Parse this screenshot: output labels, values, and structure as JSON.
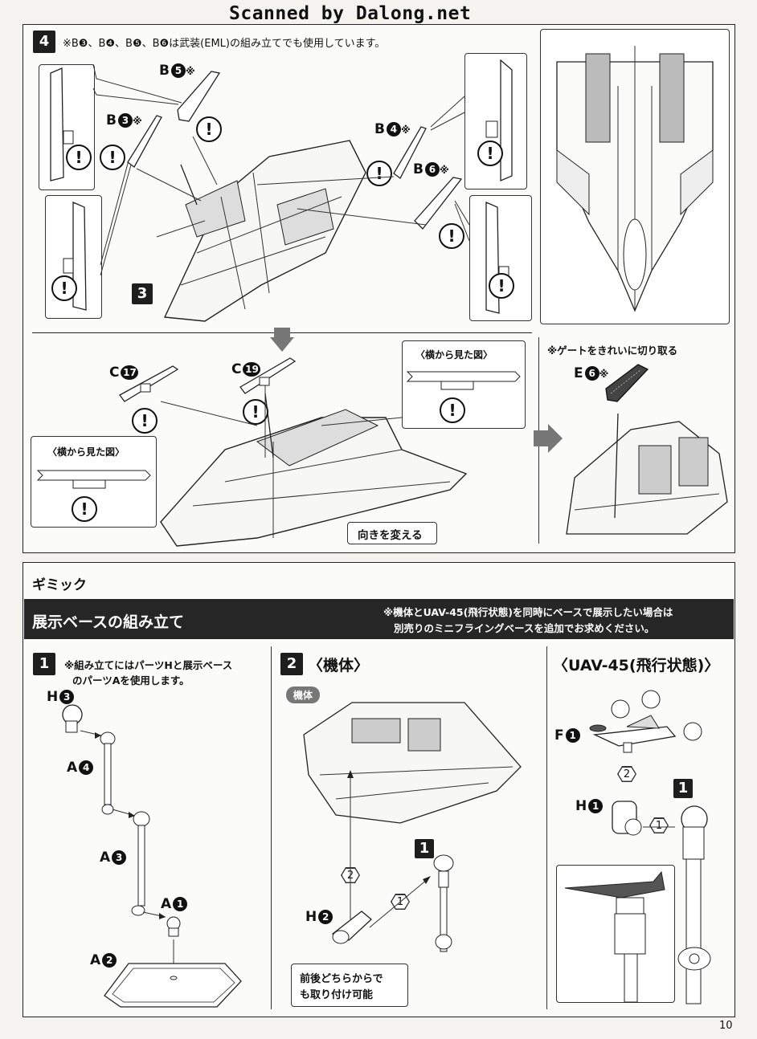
{
  "watermark": "Scanned by Dalong.net",
  "step4": {
    "number": "4",
    "note": "※B❸、B❹、B❺、B❻は武装(EML)の組み立てでも使用しています。",
    "parts": [
      {
        "letter": "B",
        "num": "5",
        "mark": "※"
      },
      {
        "letter": "B",
        "num": "3",
        "mark": "※"
      },
      {
        "letter": "B",
        "num": "4",
        "mark": "※"
      },
      {
        "letter": "B",
        "num": "6",
        "mark": "※"
      }
    ],
    "ref_step": "3",
    "lower_parts": [
      {
        "letter": "C",
        "num": "17"
      },
      {
        "letter": "C",
        "num": "19"
      }
    ],
    "side_view_label": "〈横から見た図〉",
    "side_view_label_2": "〈横から見た図〉",
    "turn_label": "向きを変える",
    "gate_note": "※ゲートをきれいに切り取る",
    "gate_part": {
      "letter": "E",
      "num": "6",
      "mark": "※"
    },
    "warn_symbol": "!"
  },
  "gimmick": {
    "title": "ギミック",
    "section_title": "展示ベースの組み立て",
    "section_note_1": "※機体とUAV-45(飛行状態)を同時にベースで展示したい場合は",
    "section_note_2": "別売りのミニフライングベースを追加でお求めください。"
  },
  "sub1": {
    "number": "1",
    "note_1": "※組み立てにはパーツHと展示ベース",
    "note_2": "のパーツAを使用します。",
    "parts": [
      {
        "letter": "H",
        "num": "3"
      },
      {
        "letter": "A",
        "num": "4"
      },
      {
        "letter": "A",
        "num": "3"
      },
      {
        "letter": "A",
        "num": "1"
      },
      {
        "letter": "A",
        "num": "2"
      }
    ]
  },
  "sub2": {
    "number": "2",
    "title": "〈機体〉",
    "badge": "機体",
    "ref": "1",
    "part": {
      "letter": "H",
      "num": "2"
    },
    "seq": [
      "1",
      "2"
    ],
    "note_1": "前後どちらからで",
    "note_2": "も取り付け可能"
  },
  "sub3": {
    "title": "〈UAV-45(飛行状態)〉",
    "ref": "1",
    "parts": [
      {
        "letter": "F",
        "num": "1"
      },
      {
        "letter": "H",
        "num": "1"
      }
    ],
    "seq": [
      "2",
      "1"
    ]
  },
  "page_number": "10"
}
